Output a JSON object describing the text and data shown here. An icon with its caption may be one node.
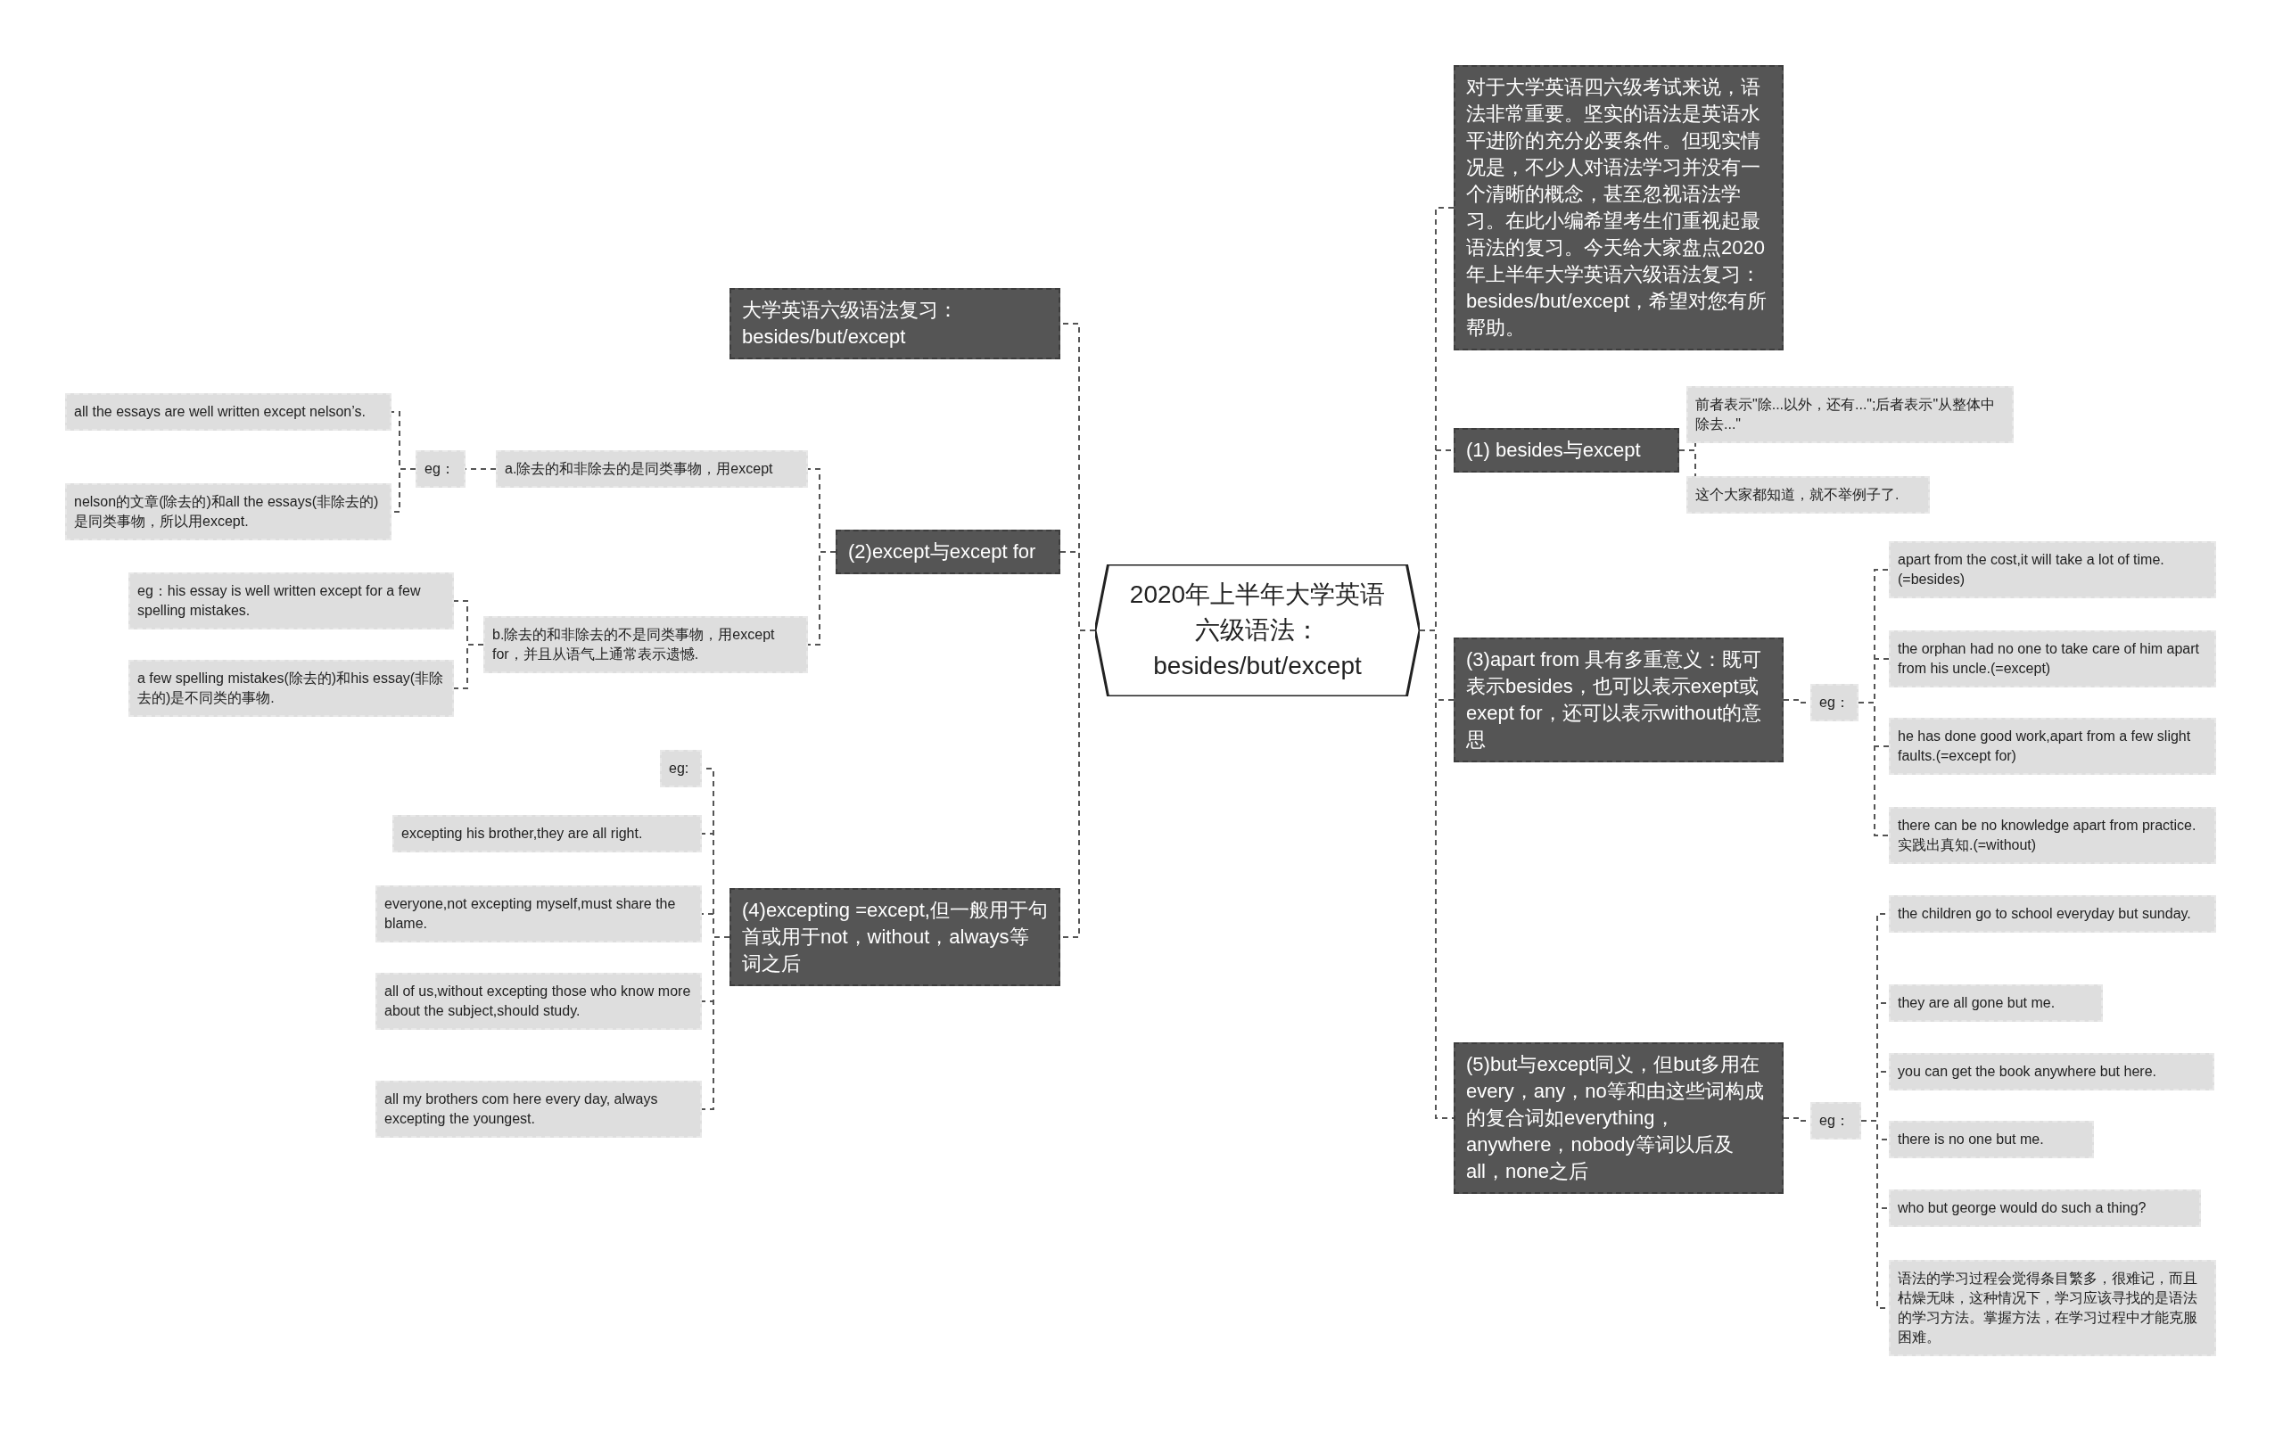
{
  "diagram": {
    "nodes": [
      {
        "text": [
          "2020年上半年大学英语六级语法：besides/but/except"
        ]
      },
      {
        "text": [
          "大学英语六级语法复习：besides/but/except"
        ]
      },
      {
        "text": [
          "(2)except与except for"
        ]
      },
      {
        "text": [
          "a.除去的和非除去的是同类事物，用except"
        ]
      },
      {
        "text": [
          "eg："
        ]
      },
      {
        "text": [
          "all the essays are well written except nelson’s."
        ]
      },
      {
        "text": [
          "nelson的文章(除去的)和all the essays(非除去的)是同类事物，所以用except."
        ]
      },
      {
        "text": [
          "b.除去的和非除去的不是同类事物，用except for，并且从语气上通常表示遗憾."
        ]
      },
      {
        "text": [
          "eg：his essay is well written except for a few spelling mistakes."
        ]
      },
      {
        "text": [
          "a few spelling mistakes(除去的)和his essay(非除去的)是不同类的事物."
        ]
      },
      {
        "text": [
          "(4)excepting =except,但一般用于句首或用于not，without，always等词之后"
        ]
      },
      {
        "text": [
          "eg:"
        ]
      },
      {
        "text": [
          "excepting his brother,they are all right."
        ]
      },
      {
        "text": [
          "everyone,not excepting myself,must share the blame."
        ]
      },
      {
        "text": [
          "all of us,without excepting those who know more about the subject,should study."
        ]
      },
      {
        "text": [
          "all my brothers com here every day, always excepting the youngest."
        ]
      },
      {
        "text": [
          "对于大学英语四六级考试来说，语法非常重要。坚实的语法是英语水平进阶的充分必要条件。但现实情况是，不少人对语法学习并没有一个清晰的概念，甚至忽视语法学习。在此小编希望考生们重视起最语法的复习。今天给大家盘点2020年上半年大学英语六级语法复习：besides/but/except，希望对您有所帮助。"
        ]
      },
      {
        "text": [
          "(1) besides与except"
        ]
      },
      {
        "text": [
          "前者表示\"除...以外，还有...\";后者表示\"从整体中除去...\""
        ]
      },
      {
        "text": [
          "这个大家都知道，就不举例子了."
        ]
      },
      {
        "text": [
          "(3)apart from 具有多重意义：既可表示besides，也可以表示exept或exept for，还可以表示without的意思"
        ]
      },
      {
        "text": [
          "eg："
        ]
      },
      {
        "text": [
          "apart from the cost,it will take a lot of time.(=besides)"
        ]
      },
      {
        "text": [
          "the orphan had no one to take care of him apart from his uncle.(=except)"
        ]
      },
      {
        "text": [
          "he has done good work,apart from a few slight faults.(=except for)"
        ]
      },
      {
        "text": [
          "there can be no knowledge apart from practice.实践出真知.(=without)"
        ]
      },
      {
        "text": [
          "(5)but与except同义，但but多用在every，any，no等和由这些词构成的复合词如everything，anywhere，nobody等词以后及all，none之后"
        ]
      },
      {
        "text": [
          "eg："
        ]
      },
      {
        "text": [
          "the children go to school everyday but sunday."
        ]
      },
      {
        "text": [
          "they are all gone but me."
        ]
      },
      {
        "text": [
          "you can get the book anywhere but here."
        ]
      },
      {
        "text": [
          "there is no one but me."
        ]
      },
      {
        "text": [
          "who but george would do such a thing?"
        ]
      },
      {
        "text": [
          "语法的学习过程会觉得条目繁多，很难记，而且枯燥无味，这种情况下，学习应该寻找的是语法的学习方法。掌握方法，在学习过程中才能克服困难。"
        ]
      }
    ],
    "edges": [
      {
        "from": 0,
        "to": 1,
        "arrow": "none"
      },
      {
        "from": 0,
        "to": 2,
        "arrow": "none"
      },
      {
        "from": 2,
        "to": 3,
        "arrow": "none"
      },
      {
        "from": 3,
        "to": 4,
        "arrow": "none"
      },
      {
        "from": 4,
        "to": 5,
        "arrow": "none"
      },
      {
        "from": 4,
        "to": 6,
        "arrow": "none"
      },
      {
        "from": 2,
        "to": 7,
        "arrow": "none"
      },
      {
        "from": 7,
        "to": 8,
        "arrow": "none"
      },
      {
        "from": 7,
        "to": 9,
        "arrow": "none"
      },
      {
        "from": 0,
        "to": 10,
        "arrow": "none"
      },
      {
        "from": 10,
        "to": 11,
        "arrow": "none"
      },
      {
        "from": 10,
        "to": 12,
        "arrow": "none"
      },
      {
        "from": 10,
        "to": 13,
        "arrow": "none"
      },
      {
        "from": 10,
        "to": 14,
        "arrow": "none"
      },
      {
        "from": 10,
        "to": 15,
        "arrow": "none"
      },
      {
        "from": 0,
        "to": 16,
        "arrow": "none"
      },
      {
        "from": 0,
        "to": 17,
        "arrow": "none"
      },
      {
        "from": 17,
        "to": 18,
        "arrow": "none"
      },
      {
        "from": 17,
        "to": 19,
        "arrow": "none"
      },
      {
        "from": 0,
        "to": 20,
        "arrow": "none"
      },
      {
        "from": 20,
        "to": 21,
        "arrow": "none"
      },
      {
        "from": 21,
        "to": 22,
        "arrow": "none"
      },
      {
        "from": 21,
        "to": 23,
        "arrow": "none"
      },
      {
        "from": 21,
        "to": 24,
        "arrow": "none"
      },
      {
        "from": 21,
        "to": 25,
        "arrow": "none"
      },
      {
        "from": 0,
        "to": 26,
        "arrow": "none"
      },
      {
        "from": 26,
        "to": 27,
        "arrow": "none"
      },
      {
        "from": 27,
        "to": 28,
        "arrow": "none"
      },
      {
        "from": 27,
        "to": 29,
        "arrow": "none"
      },
      {
        "from": 27,
        "to": 30,
        "arrow": "none"
      },
      {
        "from": 27,
        "to": 31,
        "arrow": "none"
      },
      {
        "from": 27,
        "to": 32,
        "arrow": "none"
      },
      {
        "from": 27,
        "to": 33,
        "arrow": "none"
      }
    ]
  }
}
